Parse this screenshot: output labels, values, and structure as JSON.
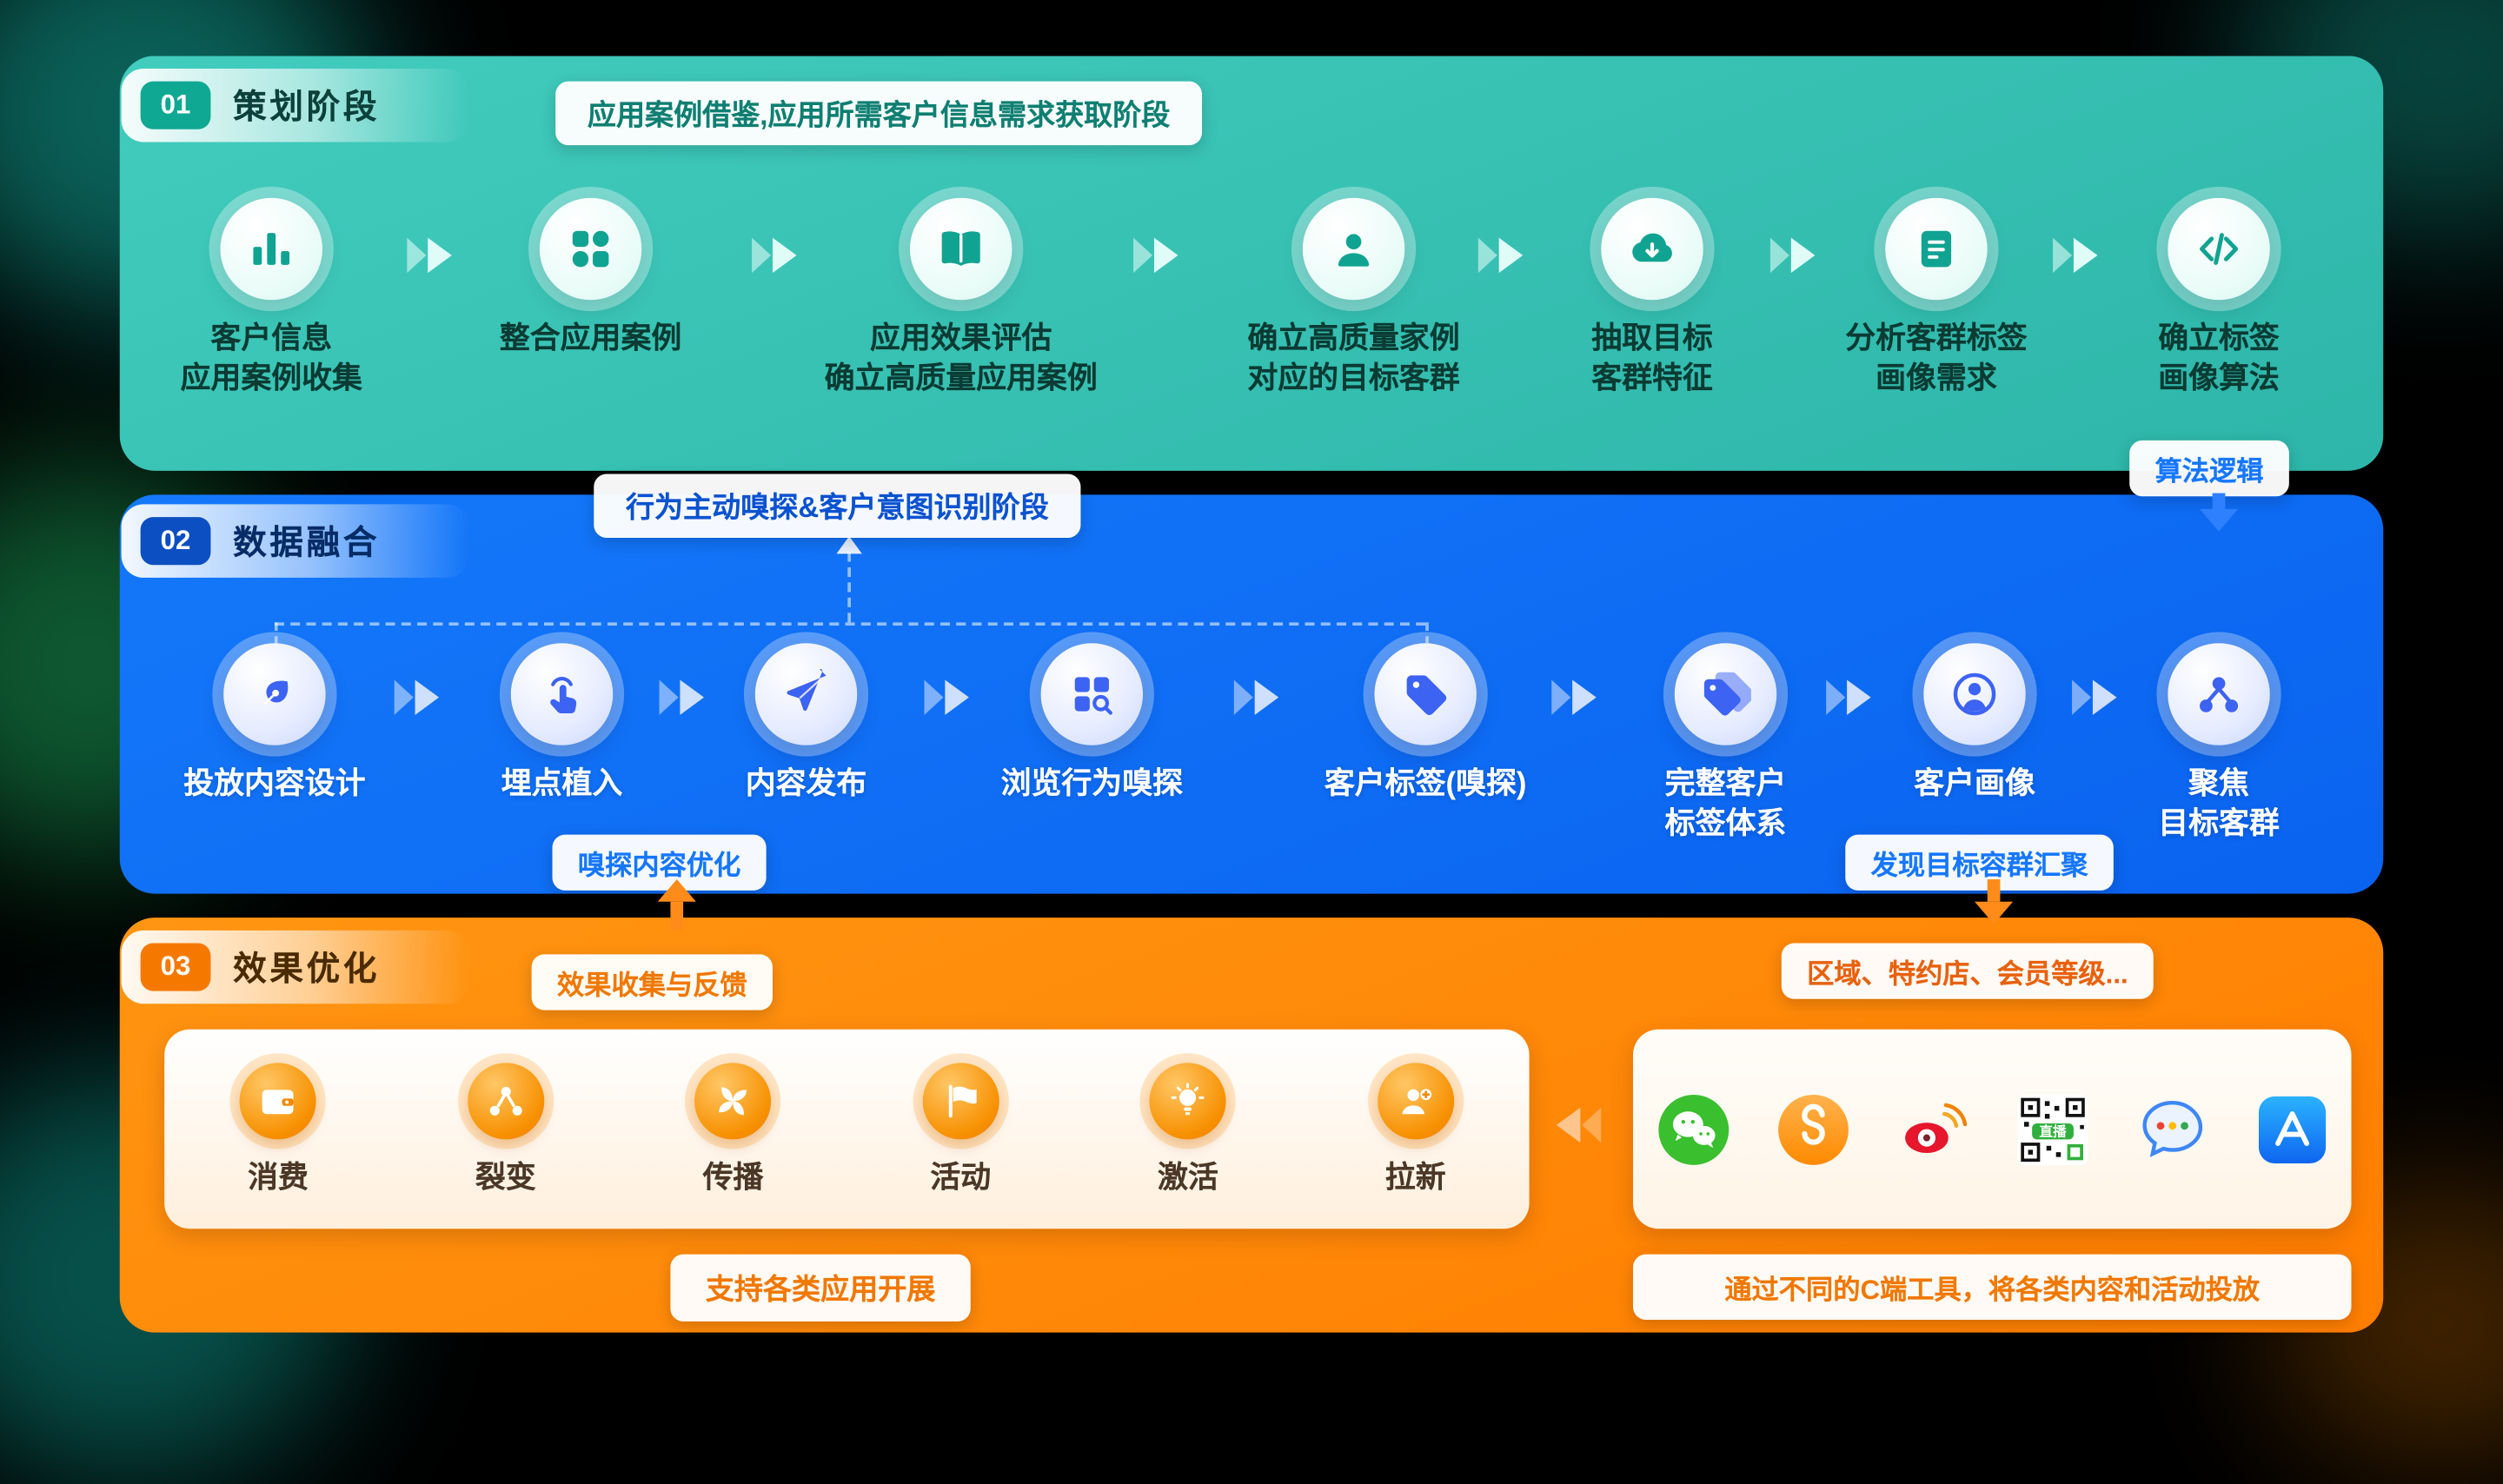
{
  "colors": {
    "phase1_teal": "#2fb9ac",
    "phase2_blue": "#0b6ef8",
    "phase3_orange": "#ff8a00",
    "tag_text_blue": "#1677ff",
    "tag_text_orange": "#f07800"
  },
  "phases": {
    "p1": {
      "number": "01",
      "title": "策划阶段",
      "callout": "应用案例借鉴,应用所需客户信息需求获取阶段",
      "tag_algorithm": "算法逻辑",
      "steps": [
        {
          "icon": "bar-chart-icon",
          "label": "客户信息\n应用案例收集"
        },
        {
          "icon": "modules-icon",
          "label": "整合应用案例"
        },
        {
          "icon": "open-book-icon",
          "label": "应用效果评估\n确立高质量应用案例"
        },
        {
          "icon": "user-icon",
          "label": "确立高质量家例\n对应的目标客群"
        },
        {
          "icon": "cloud-download-icon",
          "label": "抽取目标\n客群特征"
        },
        {
          "icon": "document-icon",
          "label": "分析客群标签\n画像需求"
        },
        {
          "icon": "code-icon",
          "label": "确立标签\n画像算法"
        }
      ]
    },
    "p2": {
      "number": "02",
      "title": "数据融合",
      "callout": "行为主动嗅探&客户意图识别阶段",
      "tag_optimize": "嗅探内容优化",
      "tag_gather": "发现目标容群汇聚",
      "steps": [
        {
          "icon": "pen-icon",
          "label": "投放内容设计"
        },
        {
          "icon": "tap-icon",
          "label": "埋点植入"
        },
        {
          "icon": "send-icon",
          "label": "内容发布"
        },
        {
          "icon": "browse-icon",
          "label": "浏览行为嗅探"
        },
        {
          "icon": "tag-icon",
          "label": "客户标签(嗅探)"
        },
        {
          "icon": "tags-icon",
          "label": "完整客户\n标签体系"
        },
        {
          "icon": "profile-icon",
          "label": "客户画像"
        },
        {
          "icon": "network-icon",
          "label": "聚焦\n目标客群"
        }
      ]
    },
    "p3": {
      "number": "03",
      "title": "效果优化",
      "tag_feedback": "效果收集与反馈",
      "tag_segments": "区域、特约店、会员等级...",
      "caption_left": "支持各类应用开展",
      "caption_right": "通过不同的C端工具，将各类内容和活动投放",
      "qr_label": "直播",
      "apps": [
        {
          "icon": "wallet-icon",
          "label": "消费"
        },
        {
          "icon": "split-icon",
          "label": "裂变"
        },
        {
          "icon": "spread-icon",
          "label": "传播"
        },
        {
          "icon": "flag-icon",
          "label": "活动"
        },
        {
          "icon": "bulb-icon",
          "label": "激活"
        },
        {
          "icon": "user-add-icon",
          "label": "拉新"
        }
      ],
      "tools": [
        {
          "icon": "wechat-icon"
        },
        {
          "icon": "mini-program-icon"
        },
        {
          "icon": "weibo-icon"
        },
        {
          "icon": "qrcode-live-icon"
        },
        {
          "icon": "chat-icon"
        },
        {
          "icon": "appstore-icon"
        }
      ]
    }
  }
}
